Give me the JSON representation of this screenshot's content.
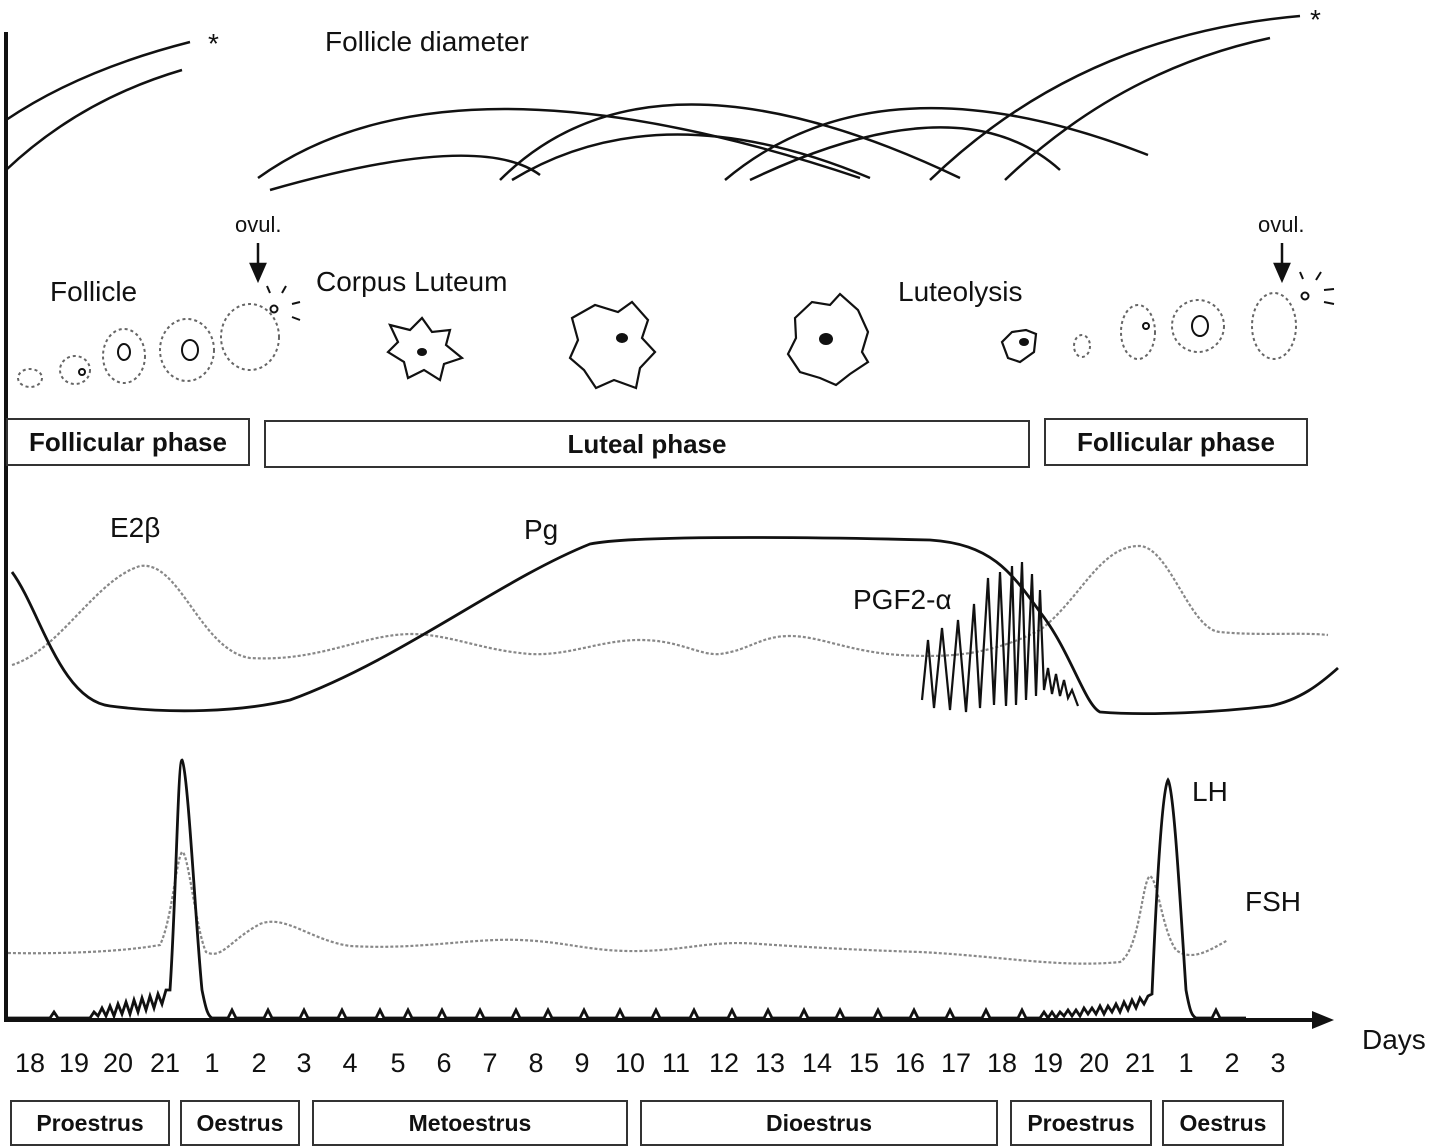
{
  "labels": {
    "follicle_diameter": "Follicle diameter",
    "asterisk": "*",
    "ovul": "ovul.",
    "follicle": "Follicle",
    "corpus_luteum": "Corpus Luteum",
    "luteolysis": "Luteolysis",
    "e2b": "E2β",
    "pg": "Pg",
    "pgf2a": "PGF2-α",
    "lh": "LH",
    "fsh": "FSH",
    "days": "Days"
  },
  "phases": [
    "Follicular  phase",
    "Luteal phase",
    "Follicular  phase"
  ],
  "stages": [
    "Proestrus",
    "Oestrus",
    "Metoestrus",
    "Dioestrus",
    "Proestrus",
    "Oestrus"
  ],
  "day_ticks": [
    "18",
    "19",
    "20",
    "21",
    "1",
    "2",
    "3",
    "4",
    "5",
    "6",
    "7",
    "8",
    "9",
    "10",
    "11",
    "12",
    "13",
    "14",
    "15",
    "16",
    "17",
    "18",
    "19",
    "20",
    "21",
    "1",
    "2",
    "3"
  ],
  "colors": {
    "solid_line": "#111111",
    "dotted_line": "#888888",
    "box_border": "#333333"
  }
}
